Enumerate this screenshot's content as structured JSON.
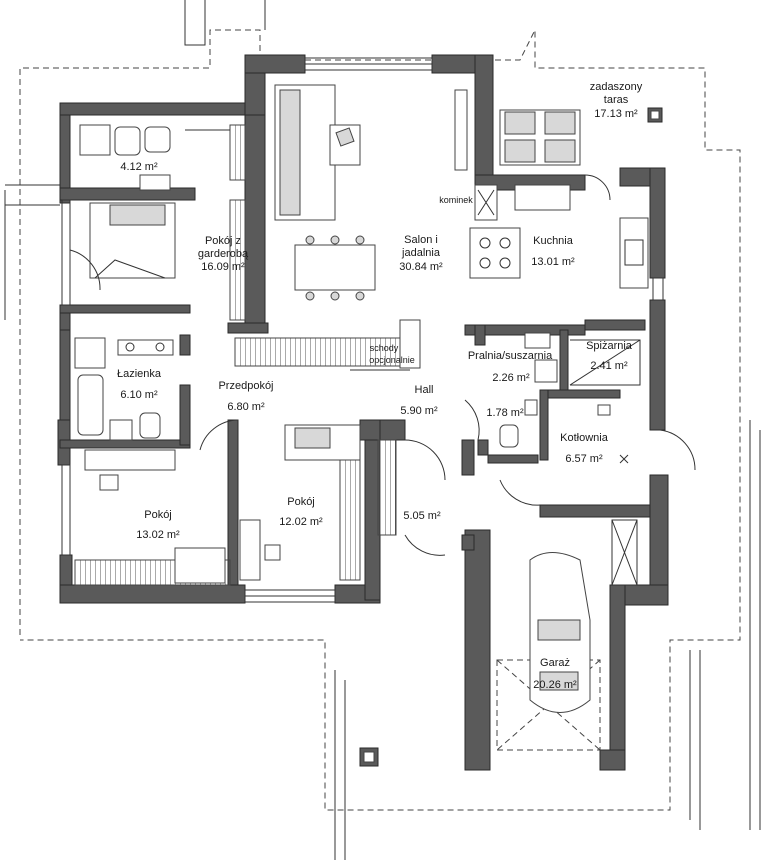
{
  "rooms": {
    "bath_small": {
      "area": "4.12 m²"
    },
    "bedroom_wardrobe": {
      "name_line1": "Pokój z",
      "name_line2": "garderobą",
      "area": "16.09 m²"
    },
    "living": {
      "name_line1": "Salon i",
      "name_line2": "jadalnia",
      "area": "30.84 m²"
    },
    "kitchen": {
      "name": "Kuchnia",
      "area": "13.01 m²"
    },
    "terrace": {
      "name_line1": "zadaszony",
      "name_line2": "taras",
      "area": "17.13 m²"
    },
    "fireplace": {
      "name": "kominek"
    },
    "stairs": {
      "name_line1": "schody",
      "name_line2": "opcjonalnie"
    },
    "bathroom": {
      "name": "Łazienka",
      "area": "6.10 m²"
    },
    "hallway_big": {
      "name": "Przedpokój",
      "area": "6.80 m²"
    },
    "laundry": {
      "name": "Pralnia/suszarnia",
      "area": "2.26 m²"
    },
    "pantry": {
      "name": "Spiżarnia",
      "area": "2.41 m²"
    },
    "hall": {
      "name": "Hall",
      "area": "5.90 m²"
    },
    "wc": {
      "area": "1.78 m²"
    },
    "boiler": {
      "name": "Kotłownia",
      "area": "6.57 m²"
    },
    "room_left": {
      "name": "Pokój",
      "area": "13.02 m²"
    },
    "room_mid": {
      "name": "Pokój",
      "area": "12.02 m²"
    },
    "vestibule": {
      "area": "5.05 m²"
    },
    "garage": {
      "name": "Garaż",
      "area": "20.26 m²"
    }
  },
  "colors": {
    "wall": "#5a5a5a",
    "line": "#333333",
    "background": "#ffffff"
  }
}
